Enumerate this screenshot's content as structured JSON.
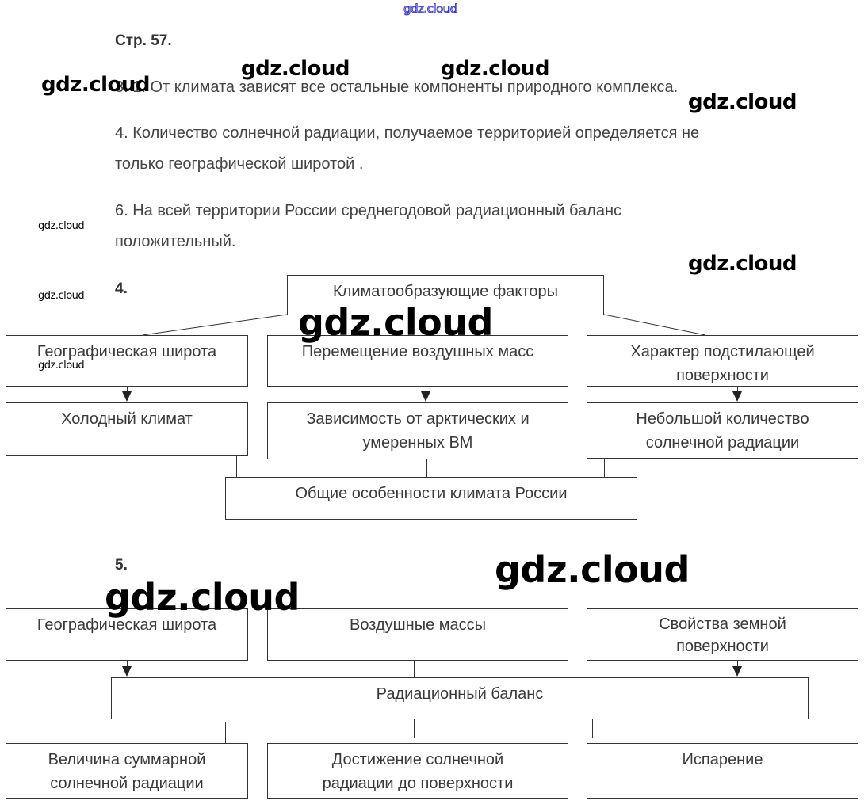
{
  "watermark": "gdz.cloud",
  "page_heading": "Стр. 57.",
  "answers": {
    "item1": "3. 1. От климата зависят все остальные компоненты природного комплекса.",
    "item4_line1": "4. Количество солнечной радиации, получаемое территорией определяется не",
    "item4_line2": "только географической широтой .",
    "item6_line1": "6. На всей территории России среднегодовой радиационный баланс",
    "item6_line2": "положительный."
  },
  "task4": {
    "number": "4.",
    "root": "Климатообразующие факторы",
    "factors": [
      "Географическая широта",
      "Перемещение воздушных масс",
      "Характер подстилающей поверхности"
    ],
    "effects": [
      "Холодный климат",
      "Зависимость от арктических и умеренных ВМ",
      "Небольшой количество солнечной радиации"
    ],
    "result": "Общие особенности климата России"
  },
  "task5": {
    "number": "5.",
    "factors": [
      "Географическая широта",
      "Воздушные массы",
      "Свойства земной поверхности"
    ],
    "center": "Радиационный баланс",
    "components": [
      "Величина суммарной солнечной радиации",
      "Достижение солнечной радиации до поверхности",
      "Испарение"
    ]
  }
}
